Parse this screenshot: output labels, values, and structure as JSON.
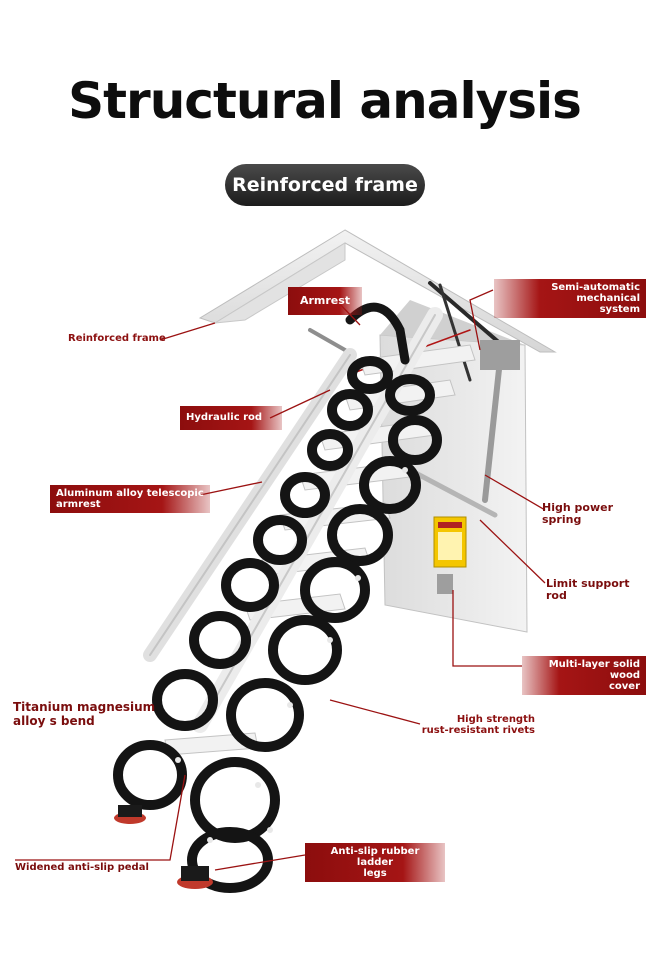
{
  "title": "Structural analysis",
  "badge": "Reinforced frame",
  "labels": {
    "armrest": "Armrest",
    "semi_auto": "Semi-automatic mechanical\nsystem",
    "reinforced_frame": "Reinforced frame",
    "hydraulic_rod": "Hydraulic rod",
    "aluminum_armrest": "Aluminum alloy telescopic\narmrest",
    "high_power_spring": "High power\nspring",
    "limit_support_rod": "Limit support rod",
    "multi_layer_cover": "Multi-layer solid wood\ncover",
    "titanium_bend": "Titanium magnesium\nalloy s bend",
    "rivets": "High strength\nrust-resistant rivets",
    "rubber_legs": "Anti-slip rubber ladder\nlegs",
    "widened_pedal": "Widened anti-slip pedal"
  },
  "colors": {
    "accent": "#9b1212",
    "title": "#0d0d0d",
    "badge_bg": "#2b2b2b",
    "ladder": "#141414",
    "frame": "#e6e6e6"
  },
  "icons": [
    "warning-sticker-icon"
  ]
}
